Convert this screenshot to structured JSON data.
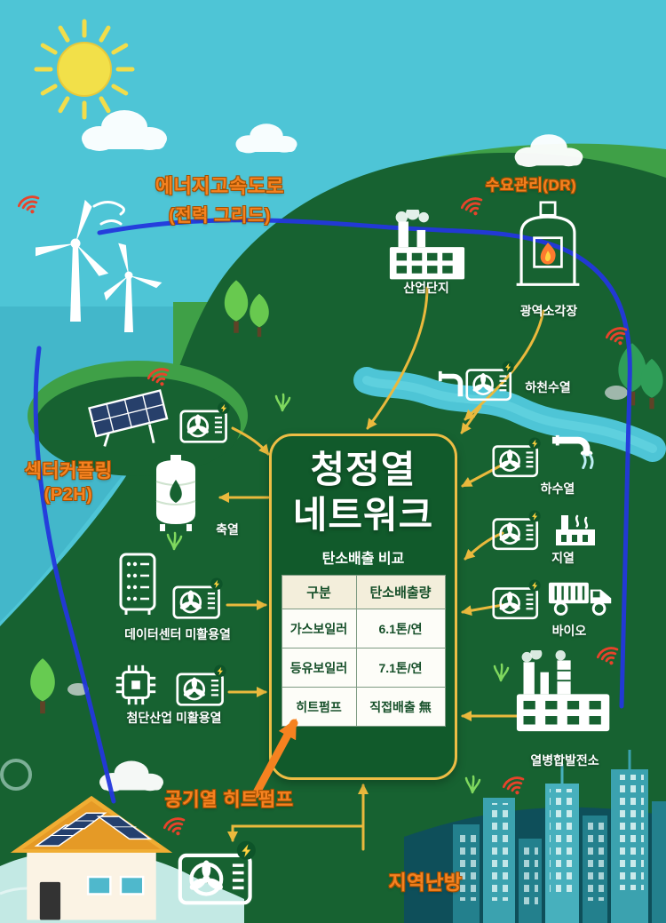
{
  "scene": {
    "panel": {
      "title_line1": "청정열",
      "title_line2": "네트워크",
      "table": {
        "title": "탄소배출 비교",
        "headers": [
          "구분",
          "탄소배출량"
        ],
        "rows": [
          {
            "name": "가스보일러",
            "value": "6.1톤/연"
          },
          {
            "name": "등유보일러",
            "value": "7.1톤/연"
          },
          {
            "name": "히트펌프",
            "value": "직접배출 無"
          }
        ]
      }
    },
    "callouts": {
      "energy_highway_line1": "에너지고속도로",
      "energy_highway_line2": "(전력 그리드)",
      "demand_response": "수요관리(DR)",
      "sector_coupling_line1": "섹터커플링",
      "sector_coupling_line2": "(P2H)",
      "air_heat_pump": "공기열 히트펌프",
      "district_heating": "지역난방"
    },
    "nodes": {
      "industrial_complex": "산업단지",
      "incinerator": "광역소각장",
      "river_heat": "하천수열",
      "thermal_storage": "축열",
      "sewage_heat": "하수열",
      "geothermal": "지열",
      "bio": "바이오",
      "datacenter_heat": "데이터센터 미활용열",
      "advanced_industry_heat": "첨단산업 미활용열",
      "chp_plant": "열병합발전소"
    },
    "icons": {
      "wifi": "wifi-signal-icon",
      "bolt": "lightning-bolt-badge",
      "heat_pump": "heat-pump-unit-icon"
    },
    "colors": {
      "sky": "#4ec5d6",
      "hill_dark": "#176231",
      "hill_light": "#3fa047",
      "accent_orange": "#f58220",
      "arrow_gold": "#eab93d",
      "grid_blue": "#2337dd",
      "panel_border": "#edbd45",
      "table_text": "#17502a",
      "wifi_red": "#e8432b"
    }
  }
}
